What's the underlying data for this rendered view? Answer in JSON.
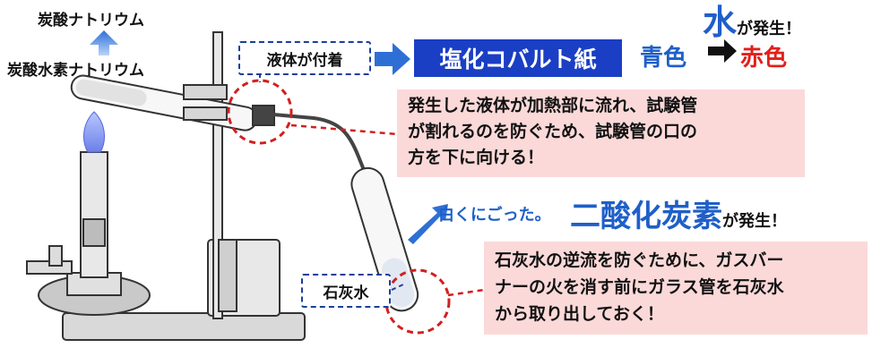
{
  "labels": {
    "product_top": "炭酸ナトリウム",
    "reactant": "炭酸水素ナトリウム",
    "liquid_adheres": "液体が付着",
    "cobalt_paper": "塩化コバルト紙",
    "blue": "青色",
    "red": "赤色",
    "water_big": "水",
    "water_suffix": "が発生！",
    "cloudy": "白くにごった。",
    "co2_big": "二酸化炭素",
    "co2_suffix": "が発生！",
    "limewater": "石灰水"
  },
  "notes": {
    "note1": [
      "発生した液体が加熱部に流れ、試験管",
      "が割れるのを防ぐため、試験管の口の",
      "方を下に向ける！"
    ],
    "note2": [
      "石灰水の逆流を防ぐために、ガスバー",
      "ナーの火を消す前にガラス管を石灰水",
      "から取り出しておく！"
    ]
  },
  "colors": {
    "arrow_blue": "#2e6fd6",
    "cobalt_box": "#1a3fc4",
    "text_blue": "#1f5fc8",
    "text_red": "#e0201c",
    "note_bg": "#fbd9d9",
    "callout_red": "#d02020",
    "dash_blue": "#1a3f9a"
  }
}
